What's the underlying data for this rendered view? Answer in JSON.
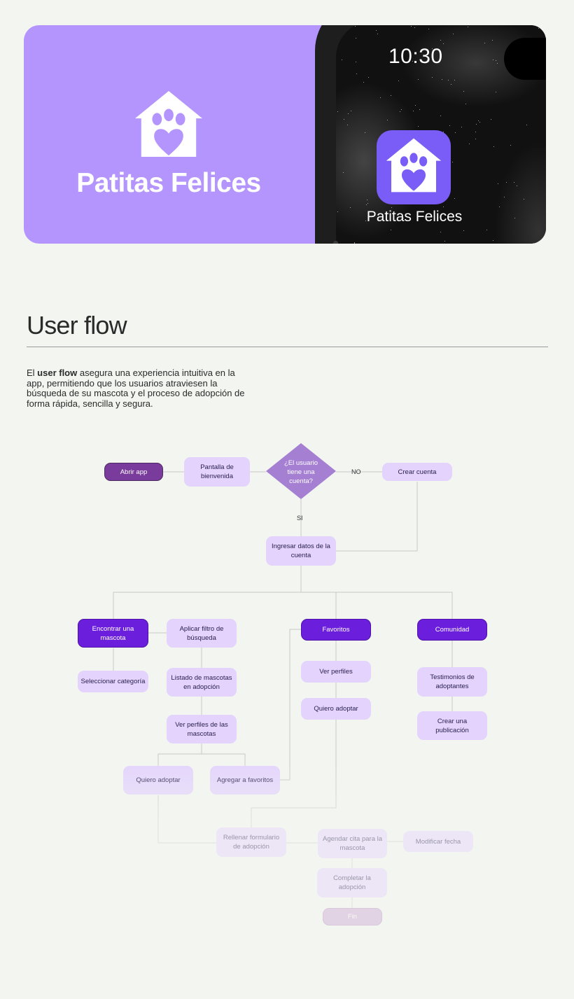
{
  "hero": {
    "brand_name": "Patitas Felices",
    "brand_color": "#b395fd",
    "logo_icon": "paw-house-icon",
    "phone": {
      "clock": "10:30",
      "app_label": "Patitas Felices",
      "app_icon_color": "#7a5cf6"
    }
  },
  "section": {
    "title": "User flow",
    "description_prefix": "El ",
    "description_bold": "user flow",
    "description_rest": " asegura una experiencia intuitiva en la app, permitiendo que los usuarios atraviesen la búsqueda de su mascota y el proceso de adopción de forma rápida, sencilla y segura."
  },
  "flow": {
    "colors": {
      "light": "#e3d3fd",
      "dark": "#6b1fdd",
      "start": "#7a3c9c",
      "decision": "#a47fd2",
      "end": "#cda9d6"
    },
    "nodes": {
      "abrir_app": "Abrir app",
      "pantalla_bienvenida": "Pantalla de bienvenida",
      "decision_cuenta": "¿El usuario tiene una cuenta?",
      "crear_cuenta": "Crear cuenta",
      "ingresar_datos": "Ingresar datos de la cuenta",
      "encontrar_mascota": "Encontrar una mascota",
      "aplicar_filtro": "Aplicar filtro de búsqueda",
      "seleccionar_categoria": "Seleccionar categoría",
      "listado_mascotas": "Listado de mascotas en adopción",
      "ver_perfiles_mascotas": "Ver perfiles de las mascotas",
      "quiero_adoptar_1": "Quiero adoptar",
      "agregar_favoritos": "Agregar a favoritos",
      "favoritos": "Favoritos",
      "ver_perfiles": "Ver perfiles",
      "quiero_adoptar_2": "Quiero adoptar",
      "comunidad": "Comunidad",
      "testimonios": "Testimonios de adoptantes",
      "crear_publicacion": "Crear una publicación",
      "rellenar_formulario": "Rellenar formulario de adopción",
      "agendar_cita": "Agendar cita para la mascota",
      "modificar_fecha": "Modificar fecha",
      "completar_adopcion": "Completar la adopción",
      "fin": "Fin"
    },
    "edge_labels": {
      "no": "NO",
      "si": "SI"
    }
  }
}
